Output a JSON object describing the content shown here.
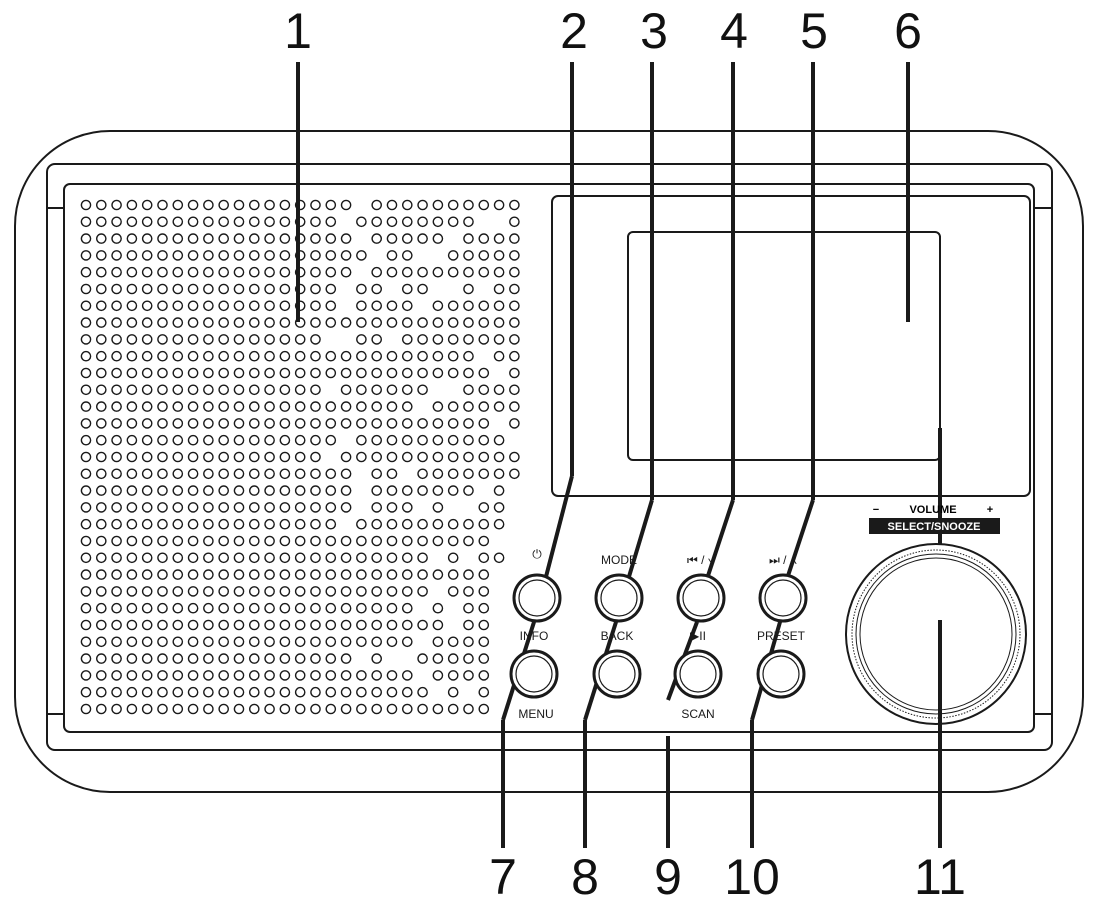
{
  "callouts": [
    "1",
    "2",
    "3",
    "4",
    "5",
    "6",
    "7",
    "8",
    "9",
    "10",
    "11"
  ],
  "buttons": {
    "power": {
      "icon": "power-icon",
      "label": "⏻"
    },
    "mode": {
      "label": "MODE"
    },
    "prev": {
      "icon": "skip-back-down-icon",
      "label": "⏮ / ∨"
    },
    "next": {
      "icon": "skip-forward-up-icon",
      "label": "⏭ / ∧"
    },
    "info": {
      "top_label": "INFO",
      "bottom_label": "MENU"
    },
    "back": {
      "label": "BACK"
    },
    "play": {
      "icon": "play-pause-icon",
      "top_label": "▶II",
      "bottom_label": "SCAN"
    },
    "preset": {
      "label": "PRESET"
    }
  },
  "knob": {
    "minus": "−",
    "volume_label": "VOLUME",
    "plus": "+",
    "select_label": "SELECT/SNOOZE"
  },
  "colors": {
    "line": "#1a1a1a",
    "background": "#ffffff",
    "label_bar": "#1a1a1a"
  }
}
